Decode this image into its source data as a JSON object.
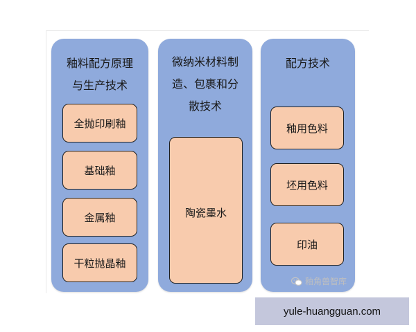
{
  "columns": [
    {
      "title": "釉料配方原理\n与生产技术",
      "items": [
        "全抛印刷釉",
        "基础釉",
        "金属釉",
        "干粒抛晶釉"
      ]
    },
    {
      "title": "微纳米材料制\n造、包裹和分\n散技术",
      "items": [
        "陶瓷墨水"
      ]
    },
    {
      "title": "配方技术",
      "items": [
        "釉用色料",
        "坯用色料",
        "印油"
      ]
    }
  ],
  "watermark": "釉角兽智库",
  "site_url": "yule-huangguan.com",
  "colors": {
    "column_bg": "#8faadc",
    "box_bg": "#f8cbad",
    "box_border": "#1f1f1f",
    "site_bar_bg": "#c4c7dc"
  }
}
